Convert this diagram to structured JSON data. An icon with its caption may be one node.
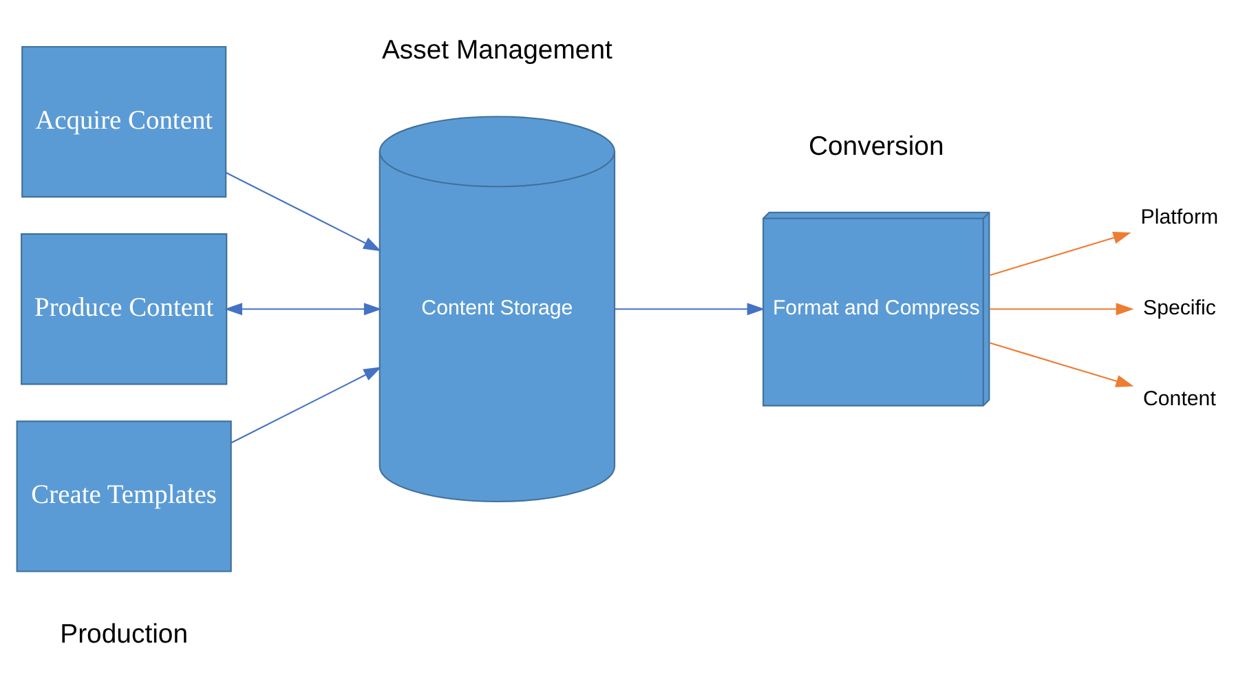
{
  "diagram": {
    "nodes": [
      {
        "text": [
          "Acquire Content"
        ]
      },
      {
        "text": [
          "Produce Content"
        ]
      },
      {
        "text": [
          "Create Templates"
        ]
      },
      {
        "text": [
          "Content Storage"
        ]
      },
      {
        "text": [
          "Format and Compress"
        ]
      },
      {
        "text": [
          "Platform"
        ]
      },
      {
        "text": [
          "Specific"
        ]
      },
      {
        "text": [
          "Content"
        ]
      }
    ],
    "edges": [
      {
        "from": 0,
        "to": 3,
        "arrow": "to"
      },
      {
        "from": 1,
        "to": 3,
        "arrow": "both"
      },
      {
        "from": 2,
        "to": 3,
        "arrow": "to"
      },
      {
        "from": 3,
        "to": 4,
        "arrow": "to"
      },
      {
        "from": 4,
        "to": 5,
        "arrow": "to",
        "color": "#ed7d31"
      },
      {
        "from": 4,
        "to": 6,
        "arrow": "to",
        "color": "#ed7d31"
      },
      {
        "from": 4,
        "to": 7,
        "arrow": "to",
        "color": "#ed7d31"
      }
    ],
    "labels": [
      "Production",
      "Asset Management",
      "Conversion"
    ]
  }
}
